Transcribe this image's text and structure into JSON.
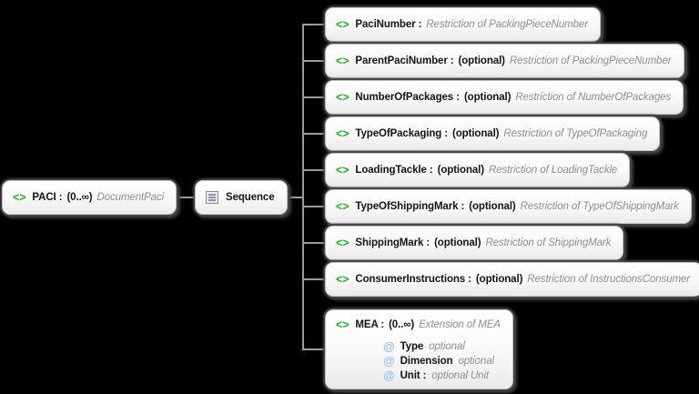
{
  "icons": {
    "element": "<>",
    "attribute": "@",
    "sequence": "list-lines"
  },
  "root": {
    "label": "PACI :",
    "optional": "(0..∞)",
    "type": "DocumentPaci"
  },
  "sequence": {
    "label": "Sequence"
  },
  "children": [
    {
      "label": "PaciNumber :",
      "optional": "",
      "type": "Restriction of PackingPieceNumber"
    },
    {
      "label": "ParentPaciNumber :",
      "optional": "(optional)",
      "type": "Restriction of PackingPieceNumber"
    },
    {
      "label": "NumberOfPackages :",
      "optional": "(optional)",
      "type": "Restriction of NumberOfPackages"
    },
    {
      "label": "TypeOfPackaging :",
      "optional": "(optional)",
      "type": "Restriction of TypeOfPackaging"
    },
    {
      "label": "LoadingTackle :",
      "optional": "(optional)",
      "type": "Restriction of LoadingTackle"
    },
    {
      "label": "TypeOfShippingMark :",
      "optional": "(optional)",
      "type": "Restriction of TypeOfShippingMark"
    },
    {
      "label": "ShippingMark :",
      "optional": "(optional)",
      "type": "Restriction of ShippingMark"
    },
    {
      "label": "ConsumerInstructions :",
      "optional": "(optional)",
      "type": "Restriction of InstructionsConsumer"
    },
    {
      "label": "MEA :",
      "optional": "(0..∞)",
      "type": "Extension of MEA",
      "attributes": [
        {
          "name": "Type",
          "rest": "optional"
        },
        {
          "name": "Dimension",
          "rest": "optional"
        },
        {
          "name": "Unit :",
          "rest": "optional Unit"
        }
      ]
    }
  ],
  "colors": {
    "background": "#000000",
    "element_icon_green": "#1eb21e",
    "attribute_icon_blue": "#8fc1ef",
    "connector_gray": "#9c9c9c",
    "type_text_gray": "#8e8e8e",
    "node_fill": "#ffffff"
  }
}
